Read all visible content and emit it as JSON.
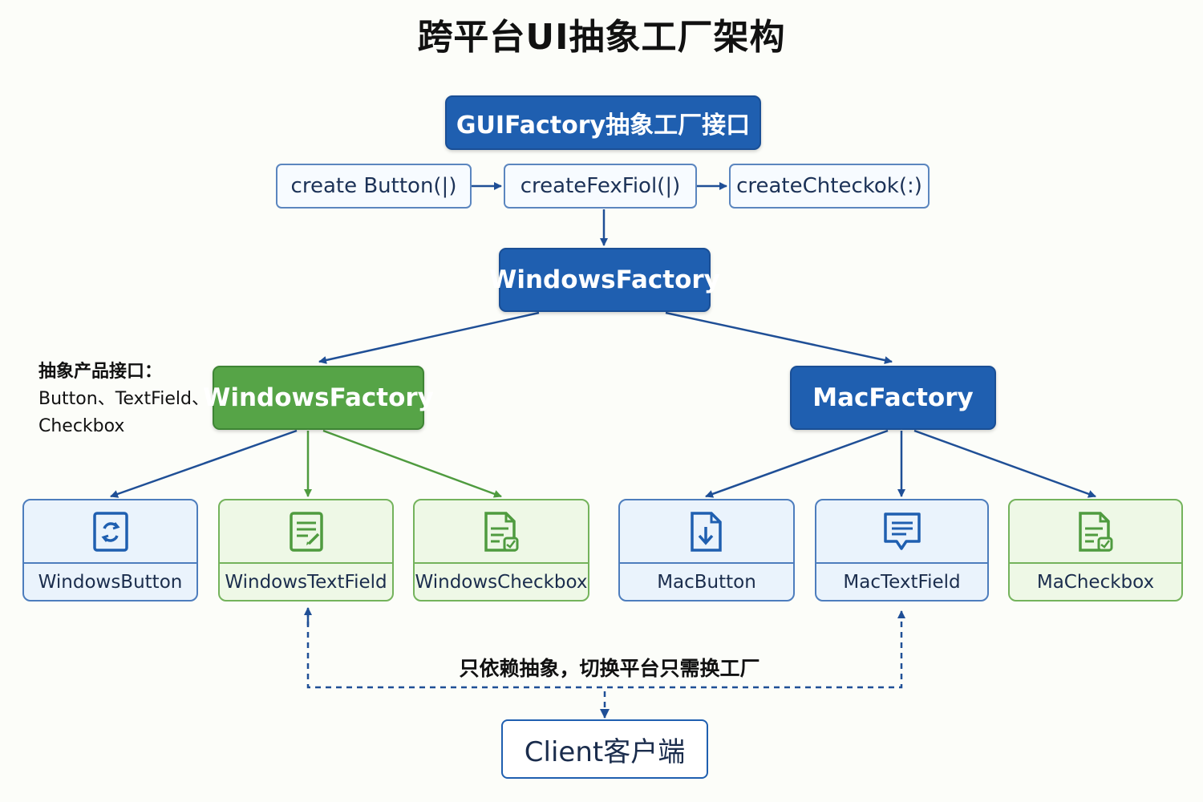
{
  "title": "跨平台UI抽象工厂架构",
  "interface_box": "GUIFactory抽象工厂接口",
  "methods": [
    "create Button(|)",
    "createFexFiol(|)",
    "createChteckok(:)"
  ],
  "factory_top": "WindowsFactory",
  "factory_windows": "WindowsFactory",
  "factory_mac": "MacFactory",
  "note": {
    "line1": "抽象产品接口：",
    "line2": "Button、TextField、",
    "line3": "Checkbox"
  },
  "products": [
    {
      "label": "WindowsButton",
      "icon": "refresh-document-icon",
      "style": "blue"
    },
    {
      "label": "WindowsTextField",
      "icon": "edit-document-icon",
      "style": "green"
    },
    {
      "label": "WindowsCheckbox",
      "icon": "checked-document-icon",
      "style": "green"
    },
    {
      "label": "MacButton",
      "icon": "download-document-icon",
      "style": "blue"
    },
    {
      "label": "MacTextField",
      "icon": "message-icon",
      "style": "blue"
    },
    {
      "label": "MaCheckbox",
      "icon": "checked-document-icon",
      "style": "green"
    }
  ],
  "dependency_note": "只依赖抽象，切换平台只需换工厂",
  "client": "Client客户端",
  "colors": {
    "primary_blue": "#1f5fb0",
    "primary_green": "#56a447",
    "blue_card_bg": "#eaf3fc",
    "green_card_bg": "#eef8e6"
  }
}
